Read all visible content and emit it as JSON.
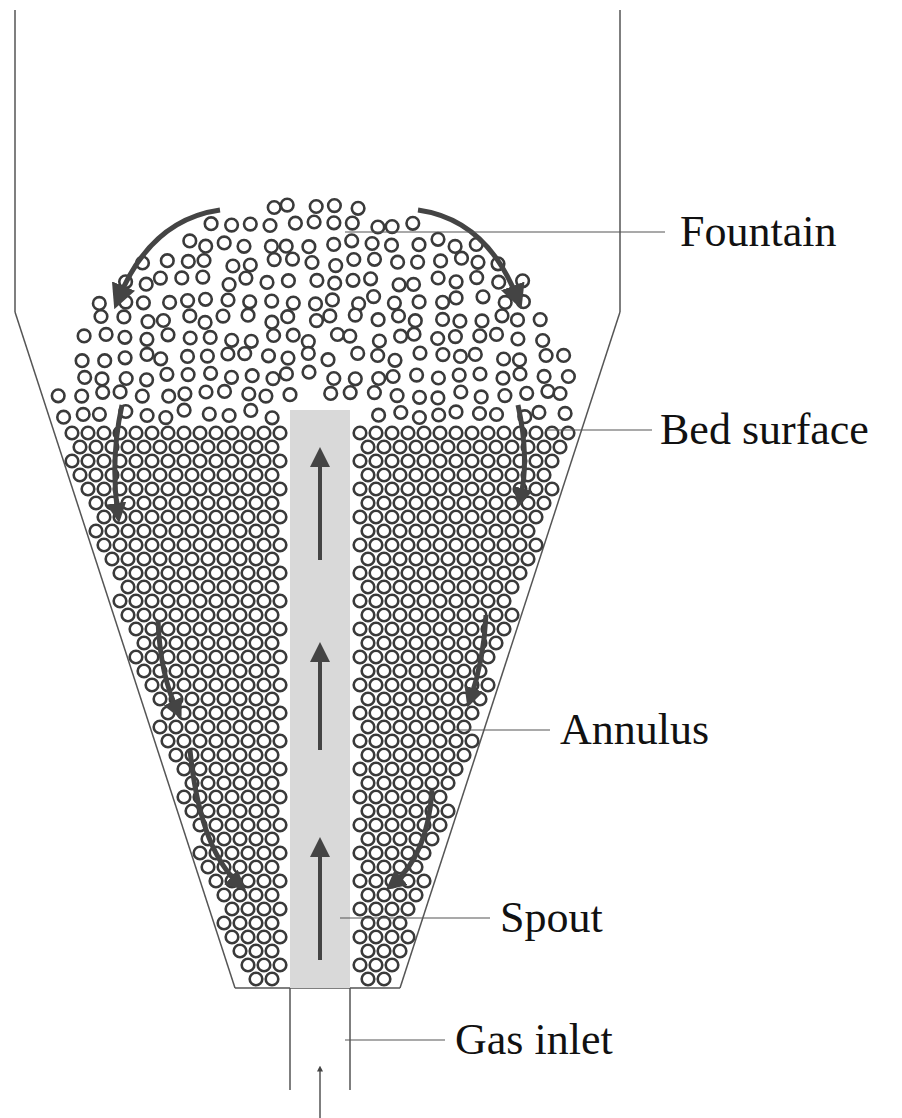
{
  "diagram": {
    "labels": [
      "Fountain",
      "Bed surface",
      "Annulus",
      "Spout",
      "Gas inlet"
    ]
  }
}
